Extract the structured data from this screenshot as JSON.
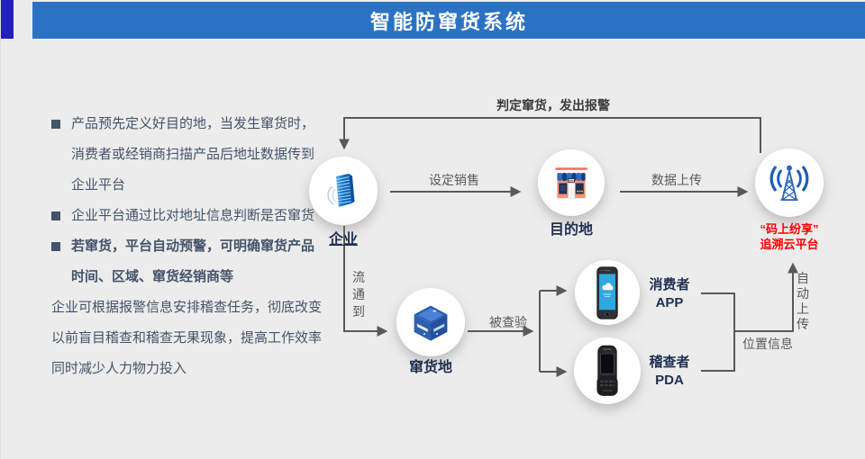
{
  "header": {
    "title": "智能防窜货系统"
  },
  "panel": {
    "bullets": [
      "产品预先定义好目的地，当发生窜货时，消费者或经销商扫描产品后地址数据传到企业平台",
      "企业平台通过比对地址信息判断是否窜货",
      "若窜货，平台自动预警，可明确窜货产品时间、区域、窜货经销商等"
    ],
    "paragraph": "企业可根据报警信息安排稽查任务，彻底改变以前盲目稽查和稽查无果现象，提高工作效率同时减少人力物力投入"
  },
  "nodes": {
    "enterprise": {
      "label": "企业",
      "icon": "building-icon"
    },
    "destination": {
      "label": "目的地",
      "icon": "storefront-icon"
    },
    "cloud": {
      "line1": "“码上纷享”",
      "line2": "追溯云平台",
      "icon": "signal-tower-icon"
    },
    "channel": {
      "label": "窜货地",
      "icon": "package-box-icon"
    },
    "consumer": {
      "line1": "消费者",
      "line2": "APP",
      "icon": "smartphone-icon"
    },
    "inspector": {
      "line1": "稽查者",
      "line2": "PDA",
      "icon": "pda-icon"
    }
  },
  "edges": {
    "alarm": "判定窜货，发出报警",
    "set_sales": "设定销售",
    "data_upload": "数据上传",
    "flow_to": "流通到",
    "inspected": "被查验",
    "location_info": "位置信息",
    "auto_upload": "自动上传"
  },
  "colors": {
    "header_bg": "#2B72C4",
    "corner_accent": "#2320BB",
    "body_text": "#44546A",
    "node_label": "#1F3050",
    "alert_text": "#FF0000",
    "arrow": "#595959",
    "background": "#ECECEC"
  }
}
